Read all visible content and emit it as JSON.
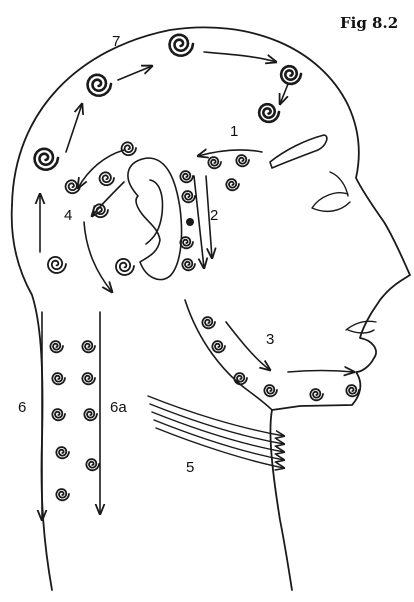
{
  "figure": {
    "title": "Fig 8.2",
    "ink_color": "#1a1a1a",
    "background_color": "#ffffff",
    "labels": {
      "l1": "1",
      "l2": "2",
      "l3": "3",
      "l4": "4",
      "l5": "5",
      "l6": "6",
      "l6a": "6a",
      "l7": "7"
    },
    "icons": [
      "spiral-icon",
      "arrow-icon"
    ]
  }
}
